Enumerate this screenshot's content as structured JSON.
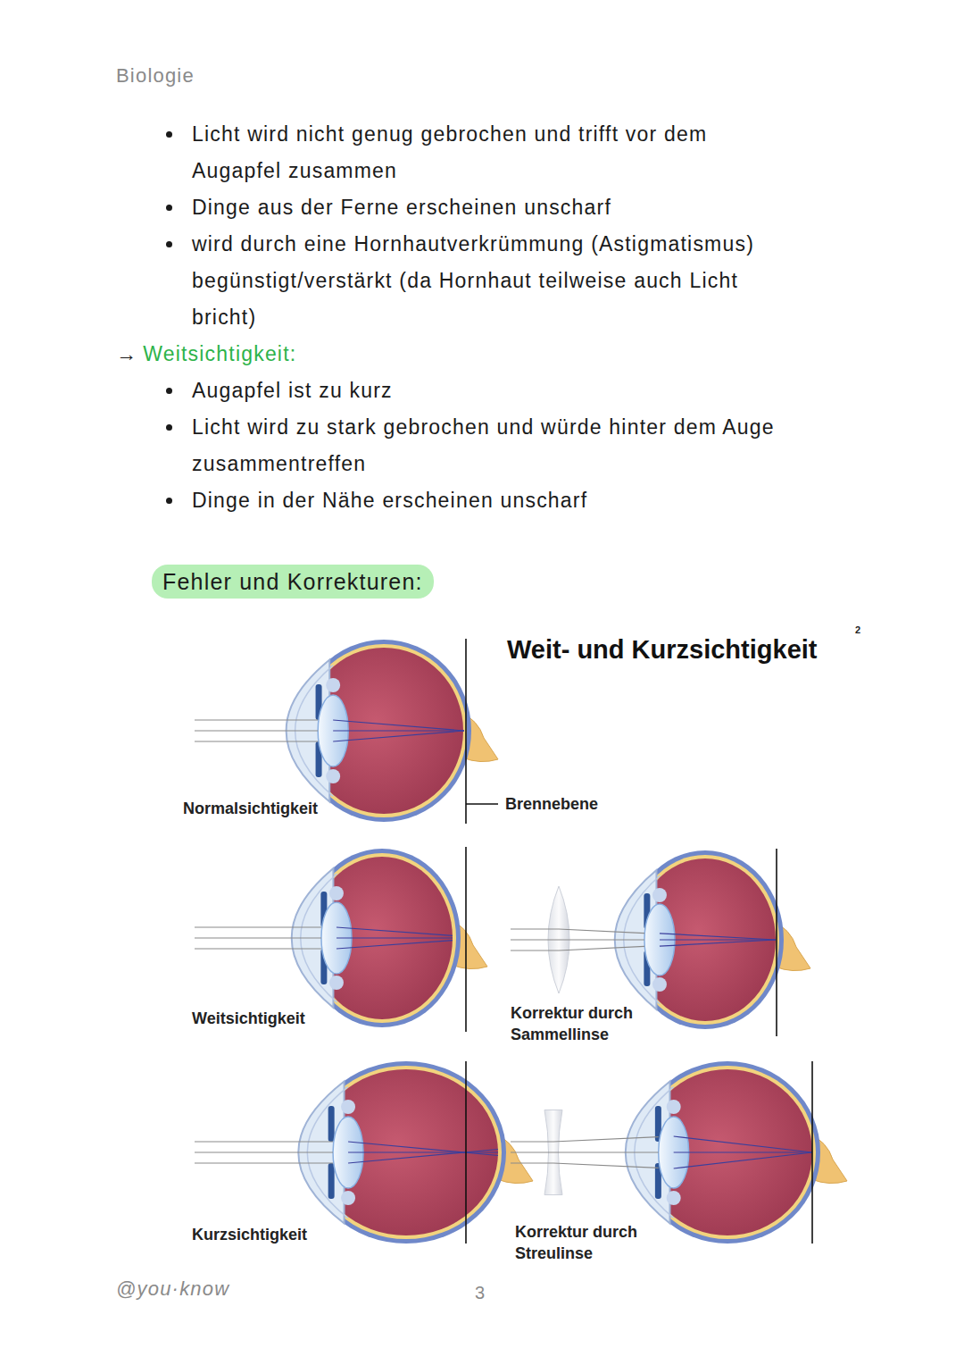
{
  "diagram": {
    "title": "Weit- und Kurzsichtigkeit",
    "nodes": [
      {
        "text": [
          "Fehler und Korrekturen:"
        ]
      }
    ],
    "labels": [
      "Biologie",
      "Licht wird nicht genug gebrochen und trifft vor dem Augapfel zusammen",
      "Dinge aus der Ferne erscheinen unscharf",
      "wird durch eine Hornhautverkrümmung (Astigmatismus) begünstigt/verstärkt (da Hornhaut teilweise auch Licht bricht)",
      "→",
      "Weitsichtigkeit:",
      "Augapfel ist zu kurz",
      "Licht wird zu stark gebrochen und würde hinter dem Auge zusammentreffen",
      "Dinge in der Nähe erscheinen unscharf",
      "2",
      "Normalsichtigkeit",
      "Brennebene",
      "Weitsichtigkeit",
      "Korrektur durch Sammellinse",
      "Kurzsichtigkeit",
      "Korrektur durch Streulinse",
      "@you·know",
      "3"
    ]
  }
}
